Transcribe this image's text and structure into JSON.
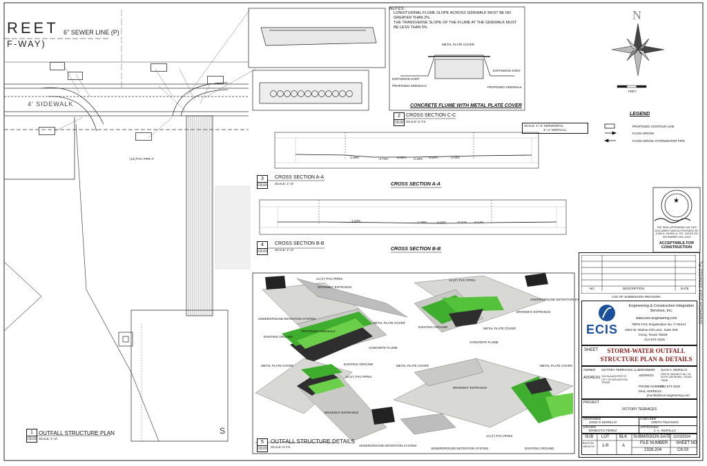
{
  "plan": {
    "street_text": "REET",
    "row_text": "F-WAY)",
    "sewer_line": "6\" SEWER LINE (P)",
    "sidewalk": "4' SIDEWALK",
    "pvc_label": "(14) PVC PIPE 4\"",
    "plan_title": "OUTFALL STRUCTURE PLAN",
    "plan_num": "1",
    "plan_sheet": "C8.03",
    "plan_scale": "SCALE: 1\"=5'",
    "s_mark": "S"
  },
  "notes": {
    "header": "NOTES:",
    "items": [
      "LONGITUDINAL FLUME SLOPE ACROSS SIDEWALK MUST BE NO GREATER THAN 2%.",
      "THE TRANSVERSE SLOPE OF THE FLUME AT THE SIDEWALK MUST BE LESS THAN 5%"
    ]
  },
  "flume": {
    "title": "CONCRETE FLUME WITH METAL PLATE COVER",
    "section_num": "2",
    "section_sheet": "C8.03",
    "section_title": "CROSS SECTION C-C",
    "section_scale": "SCALE: N.T.S.",
    "labels": [
      "EXPANSION JOINT",
      "PROPOSED SIDEWALK",
      "METAL PLATE COVER",
      "EXPANSION JOINT",
      "PROPOSED SIDEWALK"
    ]
  },
  "section_a": {
    "num": "3",
    "sheet": "C8.03",
    "title": "CROSS SECTION A-A",
    "scale": "SCALE: 1\"=5'",
    "underline_title": "CROSS SECTION A-A",
    "slopes": [
      "-1.59%",
      "-3.74%",
      "-5.88%",
      "-2.15%",
      "-5.50%",
      "-2.03%"
    ]
  },
  "section_b": {
    "num": "4",
    "sheet": "C8.03",
    "title": "CROSS SECTION B-B",
    "scale": "SCALE: 1\"=5'",
    "underline_title": "CROSS SECTION B-B",
    "slopes": [
      "-1.54%",
      "-1.50%",
      "-4.44%",
      "-0.11%",
      "-0.14%"
    ]
  },
  "scale_box": {
    "line1": "SCALE:   1\"=4' HORIZONTAL",
    "line2": "1\"=1' VERTICAL"
  },
  "north": {
    "letter": "N",
    "scale_label": "FEET"
  },
  "legend": {
    "title": "LEGEND",
    "items": [
      "PROPOSED CONTOUR LINE",
      "FLOW ARROW",
      "FLOW ARROW STORMWATER PIPE"
    ]
  },
  "details": {
    "num": "5",
    "sheet": "C8.03",
    "title": "OUTFALL STRUCTURE DETAILS",
    "scale": "SCALE: N.T.S.",
    "labels": {
      "pvc": "14 (4\") PVC PIPES",
      "underground": "UNDERGROUND DETENTION SYSTEM",
      "driveway": "DRIVEWAY ENTRANCE",
      "sidewalk": "PROPOSED SIDEWALK",
      "plate": "METAL PLATE COVER",
      "flume": "CONCRETE FLUME",
      "ground": "EXISTING GROUND"
    }
  },
  "seal": {
    "star": "★",
    "note": "THE SEAL APPEARING ON THIS DOCUMENT WAS AUTHORIZED BY JUAN A. MURILLO, P.E. 102110 ON DECEMBER 23rd, 2024",
    "stamp_text": "ACCEPTABLE FOR CONSTRUCTION"
  },
  "revisions": {
    "col_no": "NO",
    "col_desc": "DESCRIPTION",
    "col_date": "DATE",
    "footer": "LOG OF SUBMISSION /REVISION"
  },
  "company": {
    "logo": "ECIS",
    "name": "Engineering & Construction Integration Services, Inc.",
    "web": "www.ecis-engineering.com",
    "firm": "TBPE Firm Registration No. F-00414",
    "address": "2303 W. Walnut Hill Lane, Suite 205",
    "city": "Irving, Texas 75038",
    "phone": "214-574-3225"
  },
  "sheet_title": {
    "label": "SHEET",
    "line1": "STORM-WATER OUTFALL",
    "line2": "STRUCTURE PLAN & DETAILS"
  },
  "owner": {
    "owner_label": "OWNER",
    "owner_value": "VICTORY TERRACES LLC",
    "address_label": "ADDRESS",
    "address_value": "216 SLAUGHTER ST. CITY OF ARLINGTON TEXAS",
    "engineer_label": "ENGINEER",
    "engineer_value": "JUAN A. MURILLO",
    "eng_address_label": "ADDRESS",
    "eng_address_value": "2303 W. WALNUT HILL LN. SUITE 205 IRVING, TEXAS 75038",
    "phone_label": "PHONE NUMBER",
    "phone_value": "214-574-3225",
    "mail_label": "MAIL ADDRESS",
    "mail_value": "jmurillo@ecis-engineering.com"
  },
  "project": {
    "label": "PROJECT",
    "value": "VICTORY TERRACES"
  },
  "credits": {
    "designed_label": "DESIGNED",
    "designed_value": "JOSE G MURILLO",
    "checked_label": "CHECKED",
    "checked_value": "GRETA TEZANOS",
    "drawn_label": "DRAWN",
    "drawn_value": "ERNESTO PEREZ",
    "approved_label": "APPROVED",
    "approved_value": "J. A. MURILLO"
  },
  "bottom": {
    "sub": "SUB",
    "lot": "LOT",
    "blk": "BLK",
    "submission_label": "SUBMISSION DATE",
    "submission_value": "12/23/2024",
    "heights_label": "BUSTON HEIGHTS",
    "lot_value": "2-R",
    "blk_value": "A",
    "file_label": "FILE NUMBER",
    "file_value": "2328.204",
    "sheet_label": "SHEET NO",
    "sheet_value": "C8.03"
  },
  "side_stamp": "ANAHOJ4 2024 J3S4G20 PL"
}
